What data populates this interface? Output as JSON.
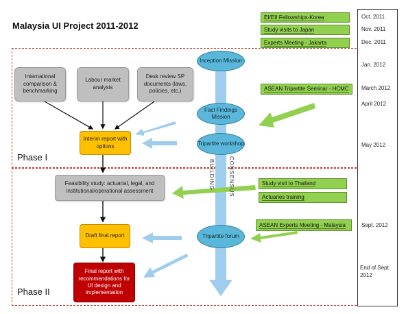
{
  "title": "Malaysia UI Project 2011-2012",
  "phases": {
    "phase1": "Phase I",
    "phase2": "Phase II"
  },
  "timeline": {
    "oct2011": "Oct. 2011",
    "nov2011": "Nov. 2011",
    "dec2011": "Dec. 2011",
    "jan2012": "Jan. 2012",
    "mar2012": "March 2012",
    "apr2012": "April 2012",
    "may2012": "May 2012",
    "sep2012": "Sept. 2012",
    "endsep2012": "End of Sept. 2012"
  },
  "green_events": {
    "fellowships": "EI/EII Fellowships-Korea",
    "japan": "Study visits to Japan",
    "jakarta": "Experts Meeting - Jakarta",
    "seminar": "ASEAN Tripartite Seminar - HCMC",
    "thailand": "Study visit to Thailand",
    "actuaries": "Actuaries training",
    "malaysia": "ASEAN Experts Meeting - Malaysia"
  },
  "process": {
    "inception": "Inception Mission",
    "fact": "Fact Findings Mission",
    "workshop": "Tripartite workshop",
    "forum": "Tripartite forum"
  },
  "inputs": {
    "international": "International comparison & benchmarking",
    "labour": "Labour market analysis",
    "desk": "Desk review SP documents (laws, policies, etc.)"
  },
  "outputs": {
    "interim": "Interim report with options",
    "feasibility": "Feasibility study: actuarial, legal, and institutional/operational assessment",
    "draft": "Draft final report",
    "final": "Final report with recommendations for UI design and implementation"
  },
  "arrow_labels": {
    "consensus": "CONSENSUS",
    "building": "BUILDING"
  },
  "colors": {
    "green": "#92d050",
    "blue_ellipse": "#5bb7d9",
    "blue_arrow": "#9fcdee",
    "orange": "#ffc000",
    "red": "#c00000",
    "gray": "#bfbfbf",
    "phase_border": "#c0392b"
  }
}
